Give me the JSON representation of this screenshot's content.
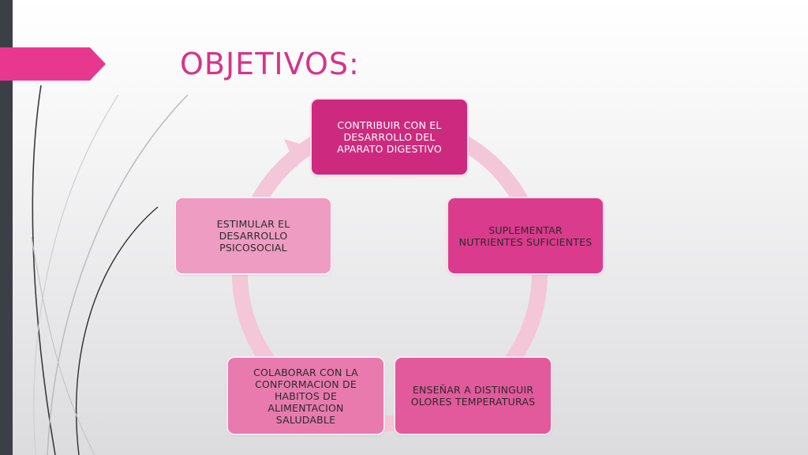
{
  "slide": {
    "title": "OBJETIVOS:"
  },
  "colors": {
    "left_bar": "#3d3f47",
    "accent": "#d6348a",
    "ring": "#f3c6d8"
  },
  "diagram": {
    "type": "cycle",
    "nodes": [
      {
        "id": "node-1",
        "label": "CONTRIBUIR CON EL DESARROLLO DEL APARATO DIGESTIVO",
        "fill": "#cd2a7f"
      },
      {
        "id": "node-2",
        "label": "SUPLEMENTAR NUTRIENTES SUFICIENTES",
        "fill": "#da3b8d"
      },
      {
        "id": "node-3",
        "label": "ENSEÑAR A DISTINGUIR OLORES TEMPERATURAS",
        "fill": "#e2599c"
      },
      {
        "id": "node-4",
        "label": "COLABORAR CON LA CONFORMACION DE HABITOS DE ALIMENTACION SALUDABLE",
        "fill": "#e87aae"
      },
      {
        "id": "node-5",
        "label": "ESTIMULAR EL DESARROLLO PSICOSOCIAL",
        "fill": "#ee9cc1"
      }
    ],
    "direction": "clockwise"
  }
}
